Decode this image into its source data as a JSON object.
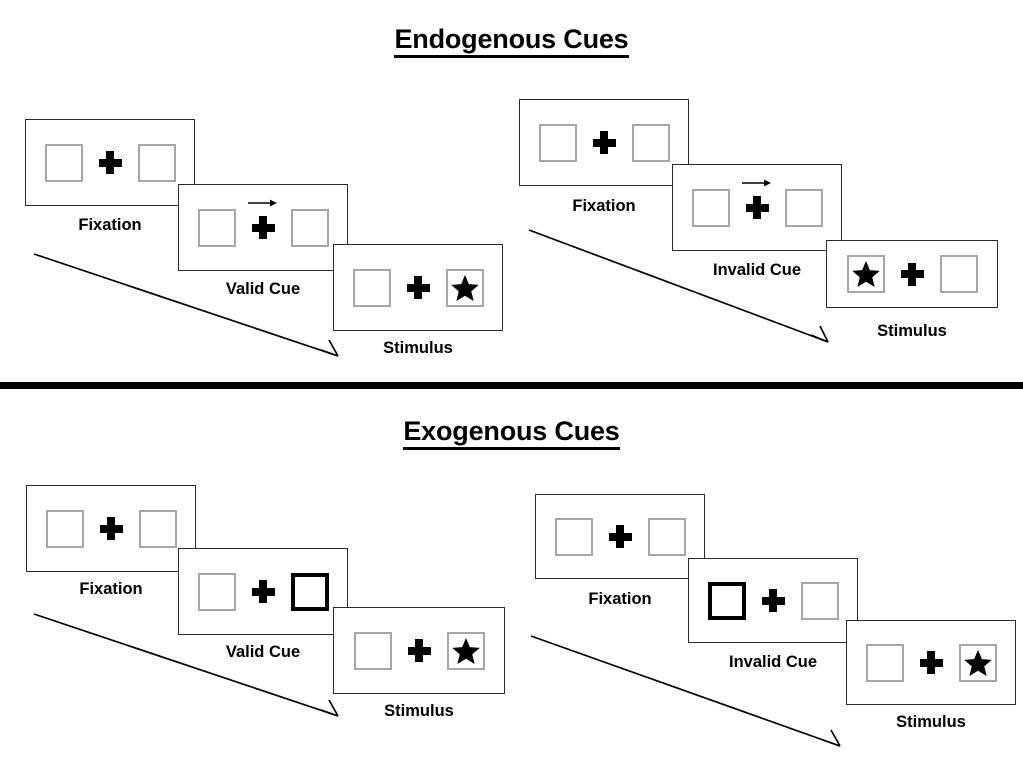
{
  "sections": [
    {
      "id": "endogenous",
      "title": "Endogenous Cues",
      "columns": [
        {
          "id": "endogenous-valid",
          "steps": [
            {
              "id": "fixation",
              "label": "Fixation",
              "left_content": "empty",
              "right_content": "empty",
              "cue": "none",
              "arrow": "none"
            },
            {
              "id": "cue",
              "label": "Valid Cue",
              "left_content": "empty",
              "right_content": "empty",
              "cue": "arrow",
              "arrow": "right"
            },
            {
              "id": "stimulus",
              "label": "Stimulus",
              "left_content": "empty",
              "right_content": "star",
              "cue": "none",
              "arrow": "none"
            }
          ]
        },
        {
          "id": "endogenous-invalid",
          "steps": [
            {
              "id": "fixation",
              "label": "Fixation",
              "left_content": "empty",
              "right_content": "empty",
              "cue": "none",
              "arrow": "none"
            },
            {
              "id": "cue",
              "label": "Invalid Cue",
              "left_content": "empty",
              "right_content": "empty",
              "cue": "arrow",
              "arrow": "right"
            },
            {
              "id": "stimulus",
              "label": "Stimulus",
              "left_content": "star",
              "right_content": "empty",
              "cue": "none",
              "arrow": "none"
            }
          ]
        }
      ]
    },
    {
      "id": "exogenous",
      "title": "Exogenous Cues",
      "columns": [
        {
          "id": "exogenous-valid",
          "steps": [
            {
              "id": "fixation",
              "label": "Fixation",
              "left_content": "empty",
              "right_content": "empty",
              "cue": "none",
              "arrow": "none"
            },
            {
              "id": "cue",
              "label": "Valid Cue",
              "left_content": "empty",
              "right_content": "empty",
              "cue": "box-right",
              "arrow": "none"
            },
            {
              "id": "stimulus",
              "label": "Stimulus",
              "left_content": "empty",
              "right_content": "star",
              "cue": "none",
              "arrow": "none"
            }
          ]
        },
        {
          "id": "exogenous-invalid",
          "steps": [
            {
              "id": "fixation",
              "label": "Fixation",
              "left_content": "empty",
              "right_content": "empty",
              "cue": "none",
              "arrow": "none"
            },
            {
              "id": "cue",
              "label": "Invalid Cue",
              "left_content": "empty",
              "right_content": "empty",
              "cue": "box-left",
              "arrow": "none"
            },
            {
              "id": "stimulus",
              "label": "Stimulus",
              "left_content": "empty",
              "right_content": "star",
              "cue": "none",
              "arrow": "none"
            }
          ]
        }
      ]
    }
  ],
  "colors": {
    "background": "#ffffff",
    "ink": "#000000",
    "panel_border": "#2b2b2b",
    "slot_border": "#a6a6a6",
    "cued_slot_border": "#000000",
    "divider": "#000000"
  },
  "icons": {
    "fixation_cross": "plus-icon",
    "endogenous_cue": "arrow-right-icon",
    "target": "star-icon",
    "time_flow": "diagonal-arrow-icon"
  }
}
